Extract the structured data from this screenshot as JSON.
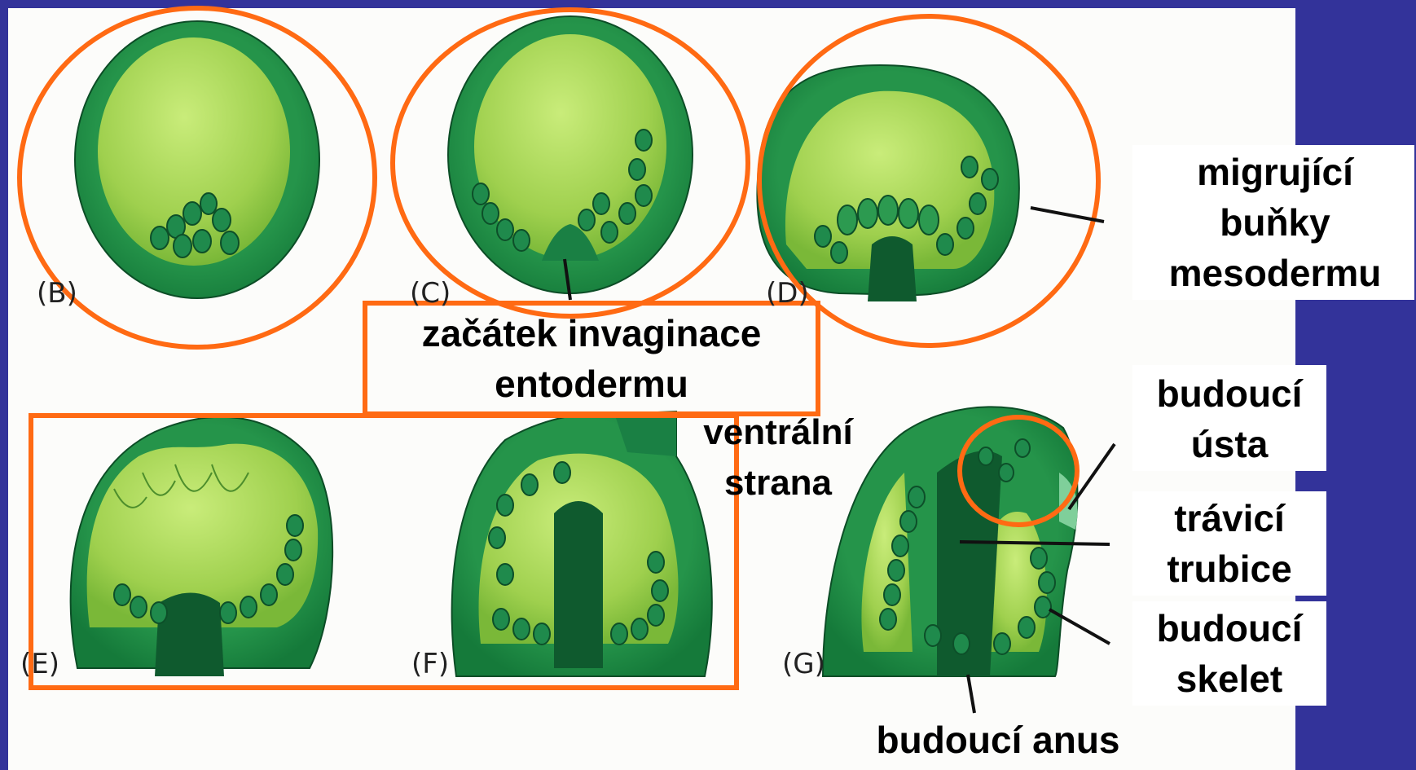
{
  "panels": [
    "(B)",
    "(C)",
    "(D)",
    "(E)",
    "(F)",
    "(G)"
  ],
  "labels": {
    "invagination": [
      "začátek invaginace",
      "entodermu"
    ],
    "ventral": [
      "ventrální",
      "strana"
    ],
    "mesoderm": [
      "migrující",
      "buňky",
      "mesodermu"
    ],
    "mouth": [
      "budoucí",
      "ústa"
    ],
    "gut": [
      "trávicí",
      "trubice"
    ],
    "skeleton": [
      "budoucí",
      "skelet"
    ],
    "anus": "budoucí anus"
  },
  "colors": {
    "background": "#33339a",
    "panel": "#fcfcfa",
    "outer_tissue": "#1e8a44",
    "dark_tissue": "#0f5a2e",
    "light_interior": "#a7d954",
    "cell": "#1f8a4c",
    "highlight": "#ff6a13"
  }
}
